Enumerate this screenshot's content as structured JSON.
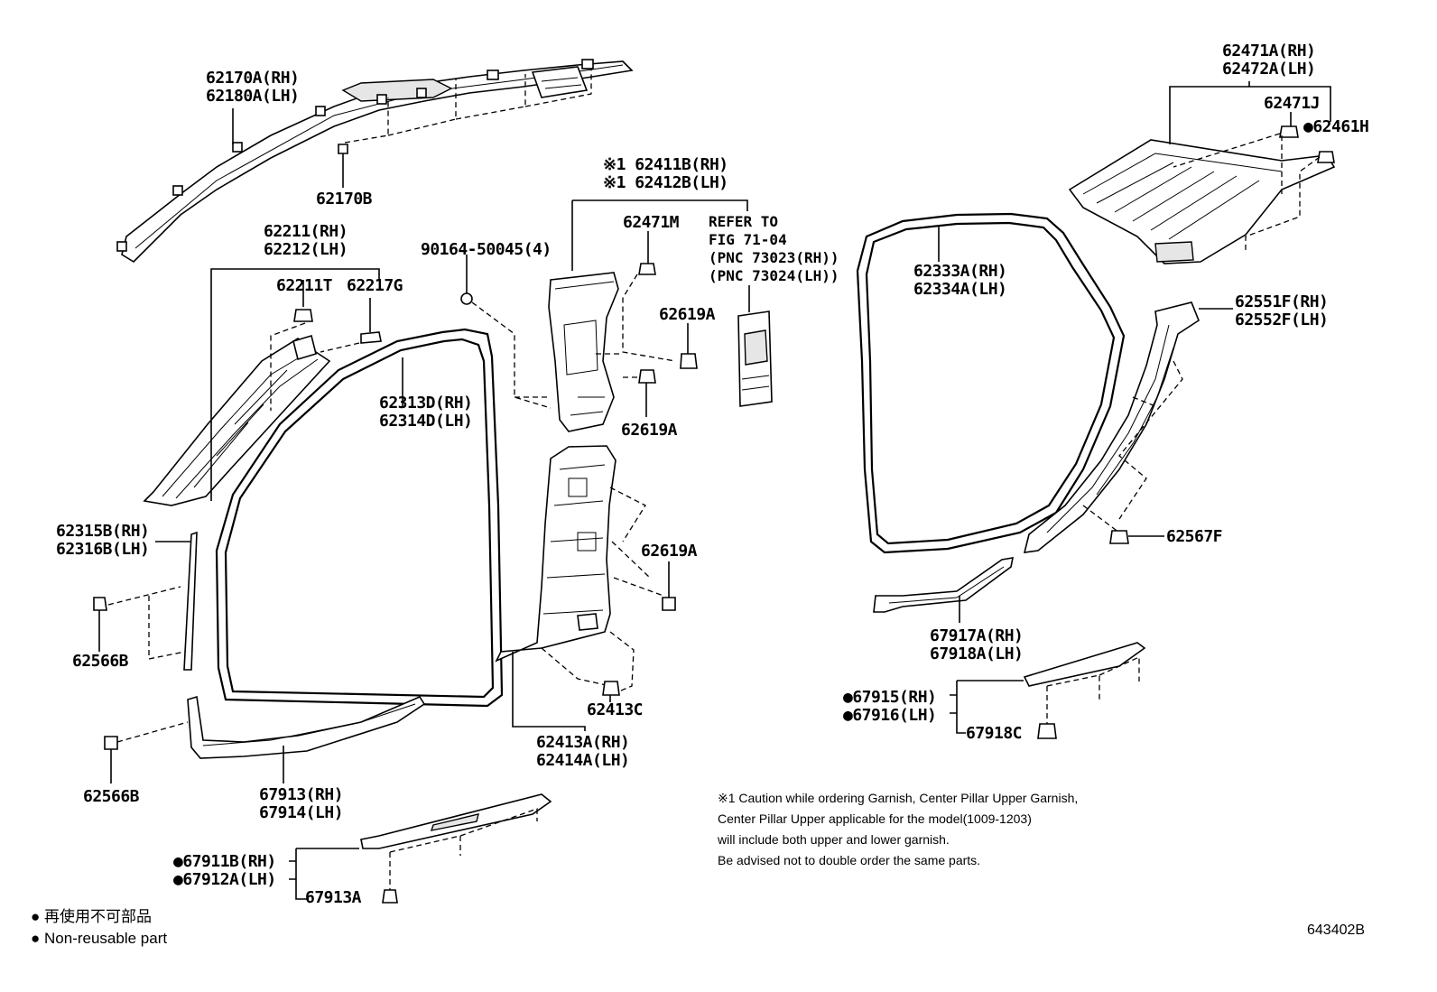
{
  "labels": {
    "p62170A": "62170A(RH)",
    "p62180A": "62180A(LH)",
    "p62170B": "62170B",
    "p62211": "62211(RH)",
    "p62212": "62212(LH)",
    "p62211T": "62211T",
    "p62217G": "62217G",
    "p90164": "90164-50045(4)",
    "p62313D": "62313D(RH)",
    "p62314D": "62314D(LH)",
    "p62315B": "62315B(RH)",
    "p62316B": "62316B(LH)",
    "p62566B_a": "62566B",
    "p62566B_b": "62566B",
    "p67913": "67913(RH)",
    "p67914": "67914(LH)",
    "p67911B": "67911B(RH)",
    "p67912A": "67912A(LH)",
    "p67913A": "67913A",
    "p62411B": "※1 62411B(RH)",
    "p62412B": "※1 62412B(LH)",
    "p62471M": "62471M",
    "p62619A_1": "62619A",
    "p62619A_2": "62619A",
    "p62619A_3": "62619A",
    "p62413C": "62413C",
    "p62413A": "62413A(RH)",
    "p62414A": "62414A(LH)",
    "p62333A": "62333A(RH)",
    "p62334A": "62334A(LH)",
    "p62471A": "62471A(RH)",
    "p62472A": "62472A(LH)",
    "p62471J": "62471J",
    "p62461H": "62461H",
    "p62551F": "62551F(RH)",
    "p62552F": "62552F(LH)",
    "p62567F": "62567F",
    "p67917A": "67917A(RH)",
    "p67918A": "67918A(LH)",
    "p67915": "67915(RH)",
    "p67916": "67916(LH)",
    "p67918C": "67918C"
  },
  "refer": {
    "line1": "REFER TO",
    "line2": "FIG 71-04",
    "line3": "(PNC 73023(RH))",
    "line4": "(PNC 73024(LH))"
  },
  "caution": {
    "line1": "※1 Caution while ordering Garnish, Center Pillar Upper Garnish,",
    "line2": "Center Pillar Upper applicable for the model(1009-1203)",
    "line3": "will include both upper and lower garnish.",
    "line4": "Be advised not to double order the same parts."
  },
  "legend": {
    "marker": "●",
    "japanese": "再使用不可部品",
    "english": "Non-reusable part"
  },
  "figure_id": "643402B"
}
